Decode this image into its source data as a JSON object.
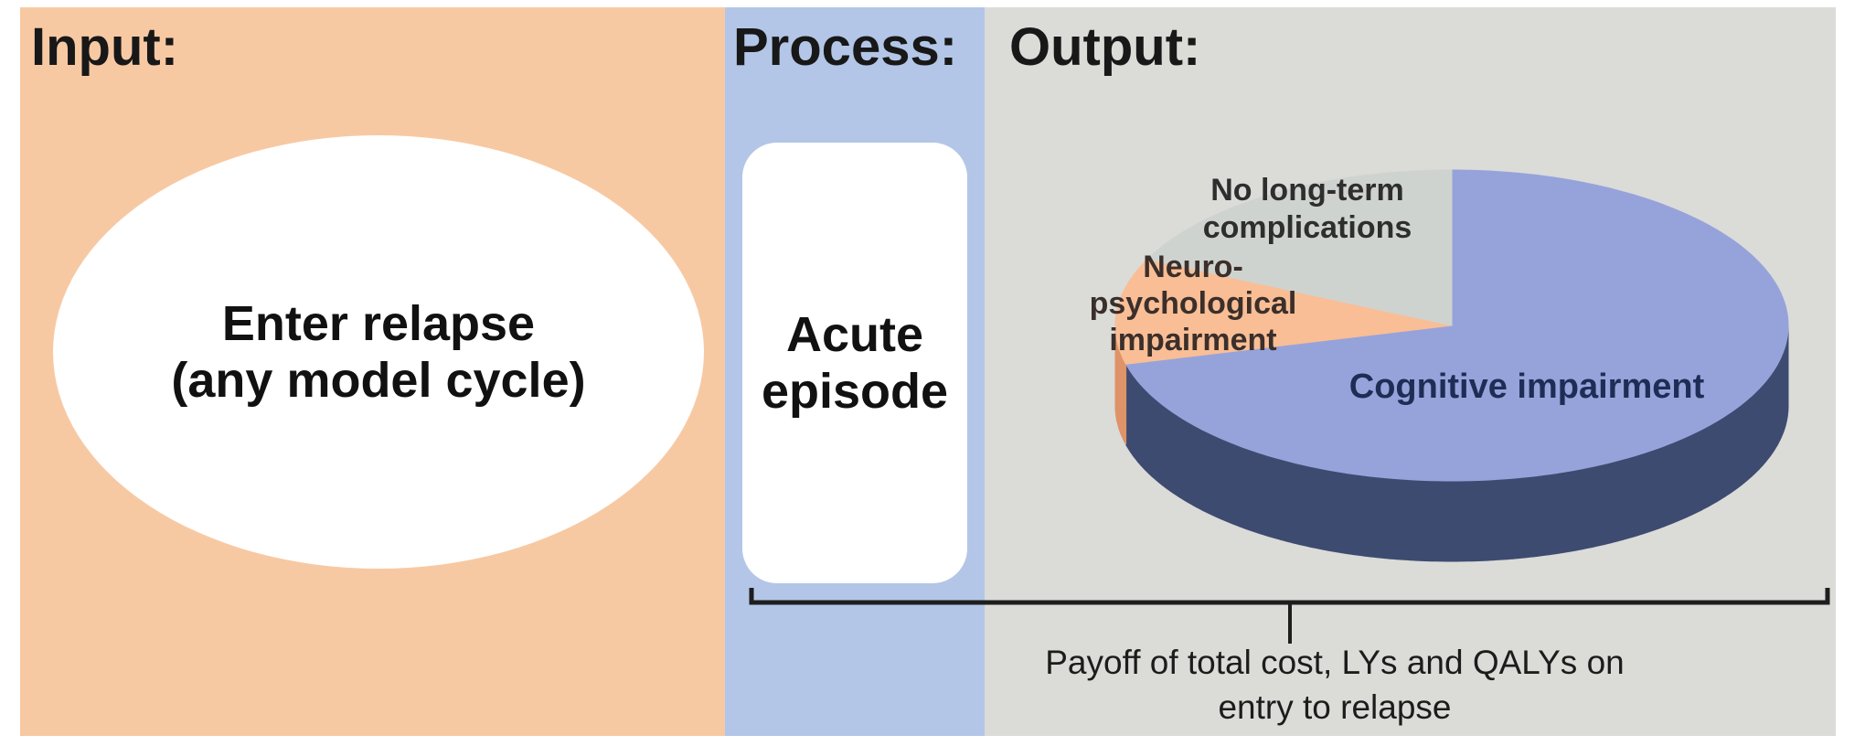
{
  "diagram": {
    "input": {
      "heading": "Input:",
      "ellipse_line1": "Enter relapse",
      "ellipse_line2": "(any model cycle)"
    },
    "process": {
      "heading": "Process:",
      "box_line1": "Acute",
      "box_line2": "episode"
    },
    "output": {
      "heading": "Output:"
    },
    "payoff": {
      "line1": "Payoff of total cost, LYs and QALYs on",
      "line2": "entry to relapse"
    }
  },
  "colors": {
    "input_panel_bg": "#F7C9A3",
    "process_panel_bg": "#B3C6E7",
    "output_panel_bg": "#DBDBD8",
    "shape_fill": "#FFFFFF",
    "heading_text": "#181818",
    "bracket": "#1E1E1E",
    "cognitive_label_text": "#1E2D55",
    "neuro_label_text": "#3B2F2B",
    "no_complications_label_text": "#2E2E2E"
  },
  "chart_data": {
    "type": "pie",
    "style": "3d",
    "title": "",
    "start_angle_deg": 90,
    "direction": "clockwise",
    "slices": [
      {
        "label": "Cognitive impairment",
        "percent": 71,
        "color": "#96A3DB",
        "side_color": "#3E4B70"
      },
      {
        "label": "Neuro-psychological impairment",
        "percent": 11,
        "color": "#F9BE95",
        "side_color": "#DE9468"
      },
      {
        "label": "No long-term complications",
        "percent": 18,
        "color": "#CFD3CF",
        "side_color": "#ABB0AB"
      }
    ],
    "labels": {
      "no_long_term_line1": "No long-term",
      "no_long_term_line2": "complications",
      "neuro_line1": "Neuro-",
      "neuro_line2": "psychological",
      "neuro_line3": "impairment",
      "cognitive": "Cognitive impairment"
    }
  }
}
